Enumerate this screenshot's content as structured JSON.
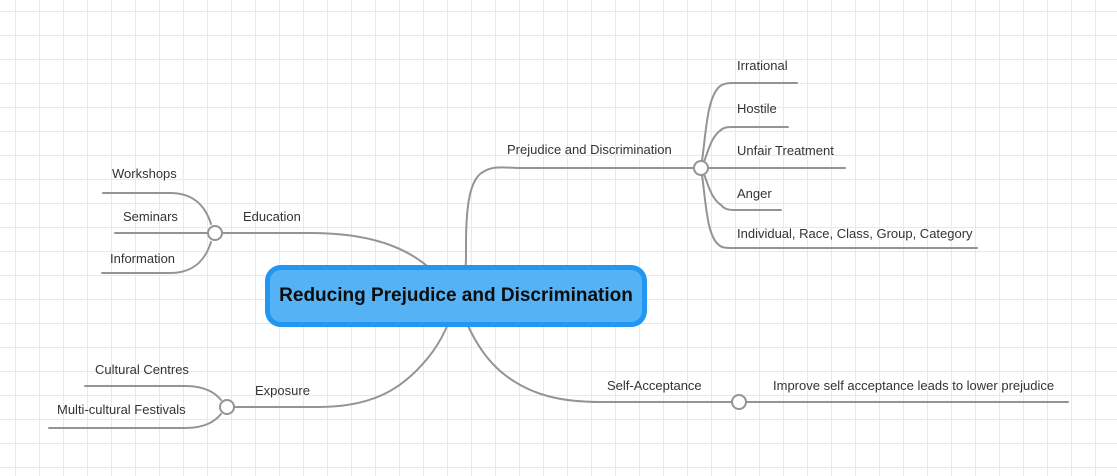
{
  "theme": {
    "bg": "#ffffff",
    "grid-line": "#e6eedb",
    "edge": "#949494",
    "junction-fill": "#ffffff",
    "label-color": "#333333",
    "root-fill": "#55b3f5",
    "root-border": "#2196f3",
    "root-text": "#0d0d0d"
  },
  "root": {
    "label": "Reducing Prejudice and Discrimination"
  },
  "branches": [
    {
      "label": "Education",
      "children": [
        {
          "label": "Workshops"
        },
        {
          "label": "Seminars"
        },
        {
          "label": "Information"
        }
      ]
    },
    {
      "label": "Prejudice and Discrimination",
      "children": [
        {
          "label": "Irrational"
        },
        {
          "label": "Hostile"
        },
        {
          "label": "Unfair Treatment"
        },
        {
          "label": "Anger"
        },
        {
          "label": "Individual, Race, Class, Group, Category"
        }
      ]
    },
    {
      "label": "Exposure",
      "children": [
        {
          "label": "Cultural Centres"
        },
        {
          "label": "Multi-cultural Festivals"
        }
      ]
    },
    {
      "label": "Self-Acceptance",
      "children": [
        {
          "label": "Improve self acceptance leads to lower prejudice"
        }
      ]
    }
  ]
}
